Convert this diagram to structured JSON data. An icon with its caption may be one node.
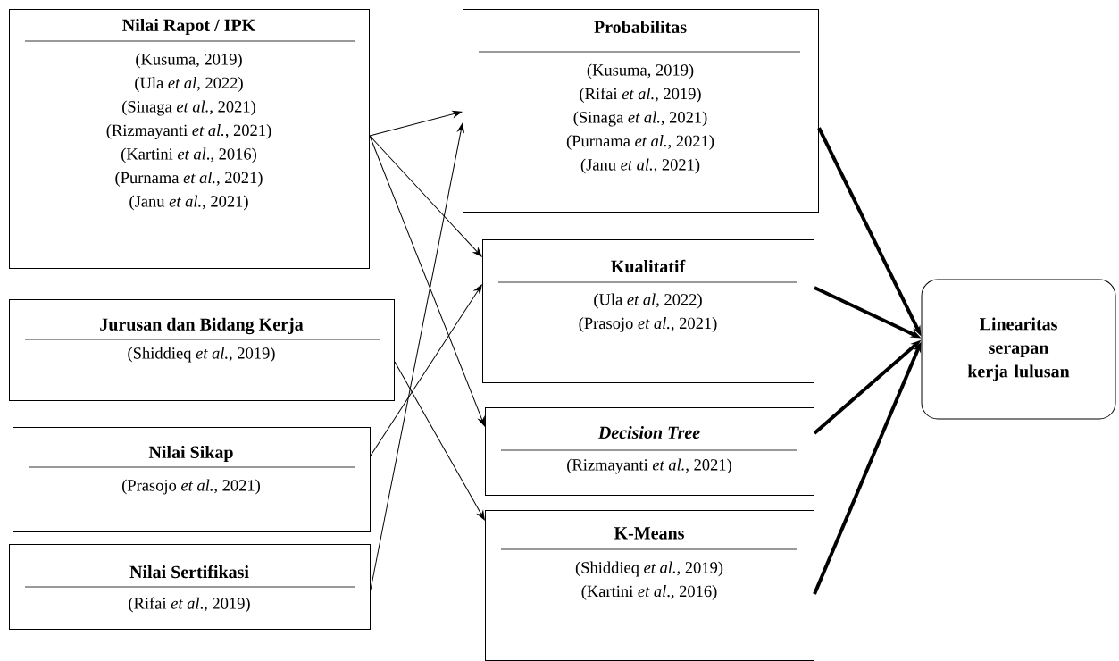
{
  "diagram": {
    "nodes": [
      {
        "text": [
          "Nilai Rapot / IPK",
          "(Kusuma, 2019)",
          "(Ula *et al*, 2022)",
          "(Sinaga *et al.*, 2021)",
          "(Rizmayanti *et al.*, 2021)",
          "(Kartini *et al*., 2016)",
          "(Purnama *et al.*, 2021)",
          "(Janu *et al.*, 2021)"
        ]
      },
      {
        "text": [
          "Jurusan dan Bidang Kerja",
          "(Shiddieq *et al.*, 2019)"
        ]
      },
      {
        "text": [
          "Nilai Sikap",
          "(Prasojo *et al.*, 2021)"
        ]
      },
      {
        "text": [
          "Nilai Sertifikasi",
          "(Rifai *et al*., 2019)"
        ]
      },
      {
        "text": [
          "Probabilitas",
          "(Kusuma, 2019)",
          "(Rifai *et al.*, 2019)",
          "(Sinaga *et al.*, 2021)",
          "(Purnama *et al.*, 2021)",
          "(Janu *et al.*, 2021)"
        ]
      },
      {
        "text": [
          "Kualitatif",
          "(Ula *et al*, 2022)",
          "(Prasojo *et al.*, 2021)"
        ]
      },
      {
        "text": [
          "Decision Tree",
          "(Rizmayanti *et al.*, 2021)"
        ]
      },
      {
        "text": [
          "K-Means",
          "(Shiddieq *et al.*, 2019)",
          "(Kartini *et al*., 2016)"
        ]
      },
      {
        "text": [
          "Linearitas serapan kerja lulusan"
        ]
      }
    ],
    "edges": [
      {
        "from": 0,
        "to": 4,
        "arrow": "to"
      },
      {
        "from": 0,
        "to": 5,
        "arrow": "to"
      },
      {
        "from": 0,
        "to": 6,
        "arrow": "to"
      },
      {
        "from": 1,
        "to": 7,
        "arrow": "to"
      },
      {
        "from": 2,
        "to": 5,
        "arrow": "to"
      },
      {
        "from": 3,
        "to": 4,
        "arrow": "to"
      },
      {
        "from": 4,
        "to": 8,
        "arrow": "to",
        "style": "thick"
      },
      {
        "from": 5,
        "to": 8,
        "arrow": "to",
        "style": "thick"
      },
      {
        "from": 6,
        "to": 8,
        "arrow": "to",
        "style": "thick"
      },
      {
        "from": 7,
        "to": 8,
        "arrow": "to",
        "style": "thick"
      }
    ]
  }
}
